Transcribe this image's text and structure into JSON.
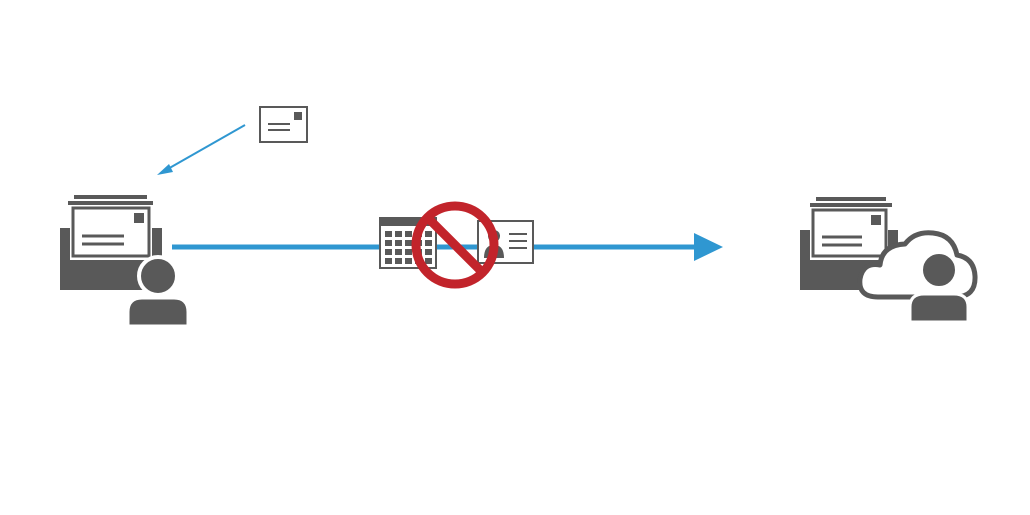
{
  "colors": {
    "background": "#ffffff",
    "icon_gray": "#595959",
    "flow_blue": "#2f97d1",
    "prohibited_red": "#c2242b"
  },
  "nodes": [
    {
      "name": "local-user-mailbox",
      "icons": [
        "inbox-tray-icon",
        "envelope-icon",
        "user-icon"
      ]
    },
    {
      "name": "incoming-email",
      "icons": [
        "envelope-icon"
      ]
    },
    {
      "name": "cloud-user-mailbox",
      "icons": [
        "inbox-tray-icon",
        "envelope-icon",
        "cloud-icon",
        "user-icon"
      ]
    }
  ],
  "blocked_items": [
    "calendar-icon",
    "contact-card-icon"
  ],
  "edges": [
    {
      "from": "incoming-email",
      "to": "local-user-mailbox",
      "style": "thin-arrow"
    },
    {
      "from": "local-user-mailbox",
      "to": "cloud-user-mailbox",
      "style": "thick-arrow"
    }
  ],
  "overlay": "prohibited-icon"
}
